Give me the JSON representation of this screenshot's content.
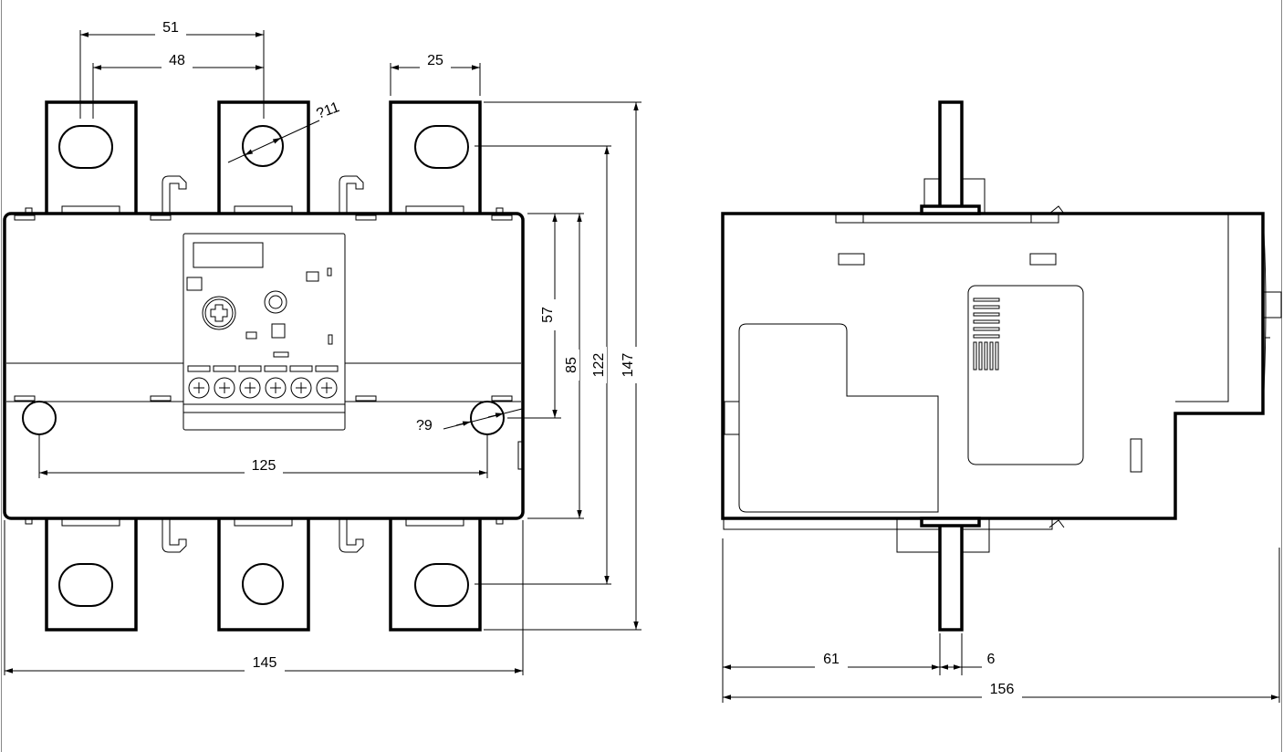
{
  "front_view": {
    "dimensions": {
      "terminal_pitch_outer": "51",
      "terminal_pitch_inner": "48",
      "terminal_width": "25",
      "terminal_hole_diameter": "?11",
      "mounting_hole_height": "57",
      "housing_height": "85",
      "terminal_hole_spacing": "122",
      "overall_height": "147",
      "mounting_hole_diameter": "?9",
      "mounting_hole_spacing": "125",
      "overall_width": "145"
    }
  },
  "side_view": {
    "dimensions": {
      "terminal_offset": "61",
      "terminal_thickness": "6",
      "overall_depth": "156"
    }
  }
}
